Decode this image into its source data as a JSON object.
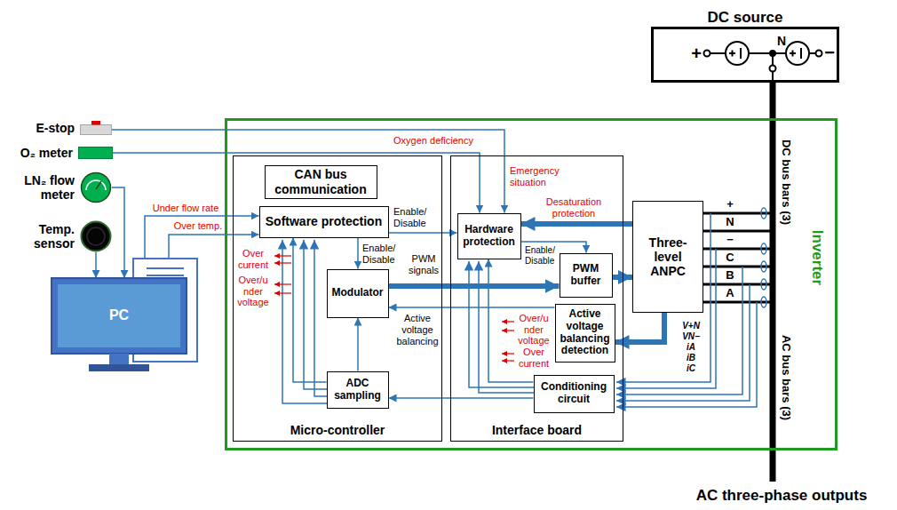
{
  "diagram": {
    "nodes": [
      {
        "text": [
          "DC source"
        ]
      },
      {
        "text": [
          "Inverter"
        ]
      },
      {
        "text": [
          "Micro-controller"
        ],
        "in": 1
      },
      {
        "text": [
          "CAN bus communication"
        ],
        "in": 2
      },
      {
        "text": [
          "Software protection"
        ],
        "in": 2
      },
      {
        "text": [
          "Modulator"
        ],
        "in": 2
      },
      {
        "text": [
          "ADC sampling"
        ],
        "in": 2
      },
      {
        "text": [
          "Interface board"
        ],
        "in": 1
      },
      {
        "text": [
          "Hardware protection"
        ],
        "in": 7
      },
      {
        "text": [
          "PWM buffer"
        ],
        "in": 7
      },
      {
        "text": [
          "Active voltage balancing detection"
        ],
        "in": 7
      },
      {
        "text": [
          "Conditioning circuit"
        ],
        "in": 7
      },
      {
        "text": [
          "Three-level ANPC"
        ],
        "in": 1
      },
      {
        "text": [
          "E-stop"
        ]
      },
      {
        "text": [
          "O₂ meter"
        ]
      },
      {
        "text": [
          "LN₂ flow meter"
        ]
      },
      {
        "text": [
          "Temp. sensor"
        ]
      },
      {
        "text": [
          "PC"
        ]
      }
    ],
    "edges": [
      {
        "from": 13,
        "to": 8,
        "arrow": "to",
        "label": "Emergency situation"
      },
      {
        "from": 14,
        "to": 8,
        "arrow": "to",
        "label": "Oxygen deficiency"
      },
      {
        "from": 15,
        "to": 17,
        "arrow": "to"
      },
      {
        "from": 16,
        "to": 17,
        "arrow": "to"
      },
      {
        "from": 17,
        "to": 4,
        "arrow": "to",
        "label": "Under flow rate"
      },
      {
        "from": 17,
        "to": 4,
        "arrow": "to",
        "label": "Over temp."
      },
      {
        "from": 4,
        "to": 8,
        "arrow": "to",
        "label": "Enable/ Disable"
      },
      {
        "from": 4,
        "to": 5,
        "arrow": "to",
        "label": "Enable/ Disable"
      },
      {
        "from": 5,
        "to": 9,
        "arrow": "to",
        "label": "PWM signals"
      },
      {
        "from": 8,
        "to": 9,
        "arrow": "to",
        "label": "Enable/ Disable"
      },
      {
        "from": 9,
        "to": 12,
        "arrow": "to"
      },
      {
        "from": 12,
        "to": 8,
        "arrow": "to",
        "label": "Desaturation protection"
      },
      {
        "from": 12,
        "to": 10,
        "arrow": "to"
      },
      {
        "from": 10,
        "to": 5,
        "arrow": "to",
        "label": "Active voltage balancing"
      },
      {
        "from": 11,
        "to": 6,
        "arrow": "to"
      },
      {
        "from": 11,
        "to": 8,
        "arrow": "to"
      },
      {
        "from": 6,
        "to": 4,
        "arrow": "to"
      },
      {
        "from": 6,
        "to": 5,
        "arrow": "to"
      }
    ],
    "labels": [
      "+",
      "N",
      "−",
      "DC bus bars (3)",
      "AC bus bars (3)",
      "+",
      "N",
      "−",
      "C",
      "B",
      "A",
      "V+N",
      "VN−",
      "iA",
      "iB",
      "iC",
      "Over current",
      "Over/u nder voltage",
      "Over/u nder voltage",
      "Over current",
      "AC three-phase outputs"
    ]
  }
}
